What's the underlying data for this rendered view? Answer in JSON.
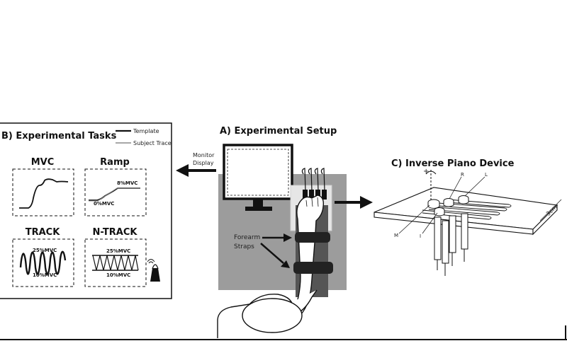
{
  "panels": {
    "tasks": {
      "title": "B) Experimental Tasks",
      "legend": [
        {
          "label": "Template",
          "color": "#111111"
        },
        {
          "label": "Subject Trace",
          "color": "#8a8a8a"
        }
      ],
      "boxes": {
        "mvc": {
          "label": "MVC"
        },
        "ramp": {
          "label": "Ramp",
          "top": "8%MVC",
          "bottom": "0%MVC"
        },
        "track": {
          "label": "TRACK",
          "top": "25%MVC",
          "bottom": "10%MVC"
        },
        "ntrack": {
          "label": "N-TRACK",
          "top": "25%MVC",
          "bottom": "10%MVC"
        }
      },
      "icon": "metronome-icon"
    },
    "setup": {
      "title": "A) Experimental Setup",
      "monitor_label": [
        "Monitor",
        "Display"
      ],
      "straps_label": [
        "Forearm",
        "Straps"
      ]
    },
    "piano": {
      "title": "C) Inverse Piano Device",
      "labels": {
        "plus": "+",
        "r": "R",
        "l": "L",
        "m": "M",
        "i": "I",
        "dim": "3cm"
      }
    }
  },
  "colors": {
    "table_gray": "#9c9c9c",
    "arm_dark": "#555555",
    "strap": "#222222"
  }
}
